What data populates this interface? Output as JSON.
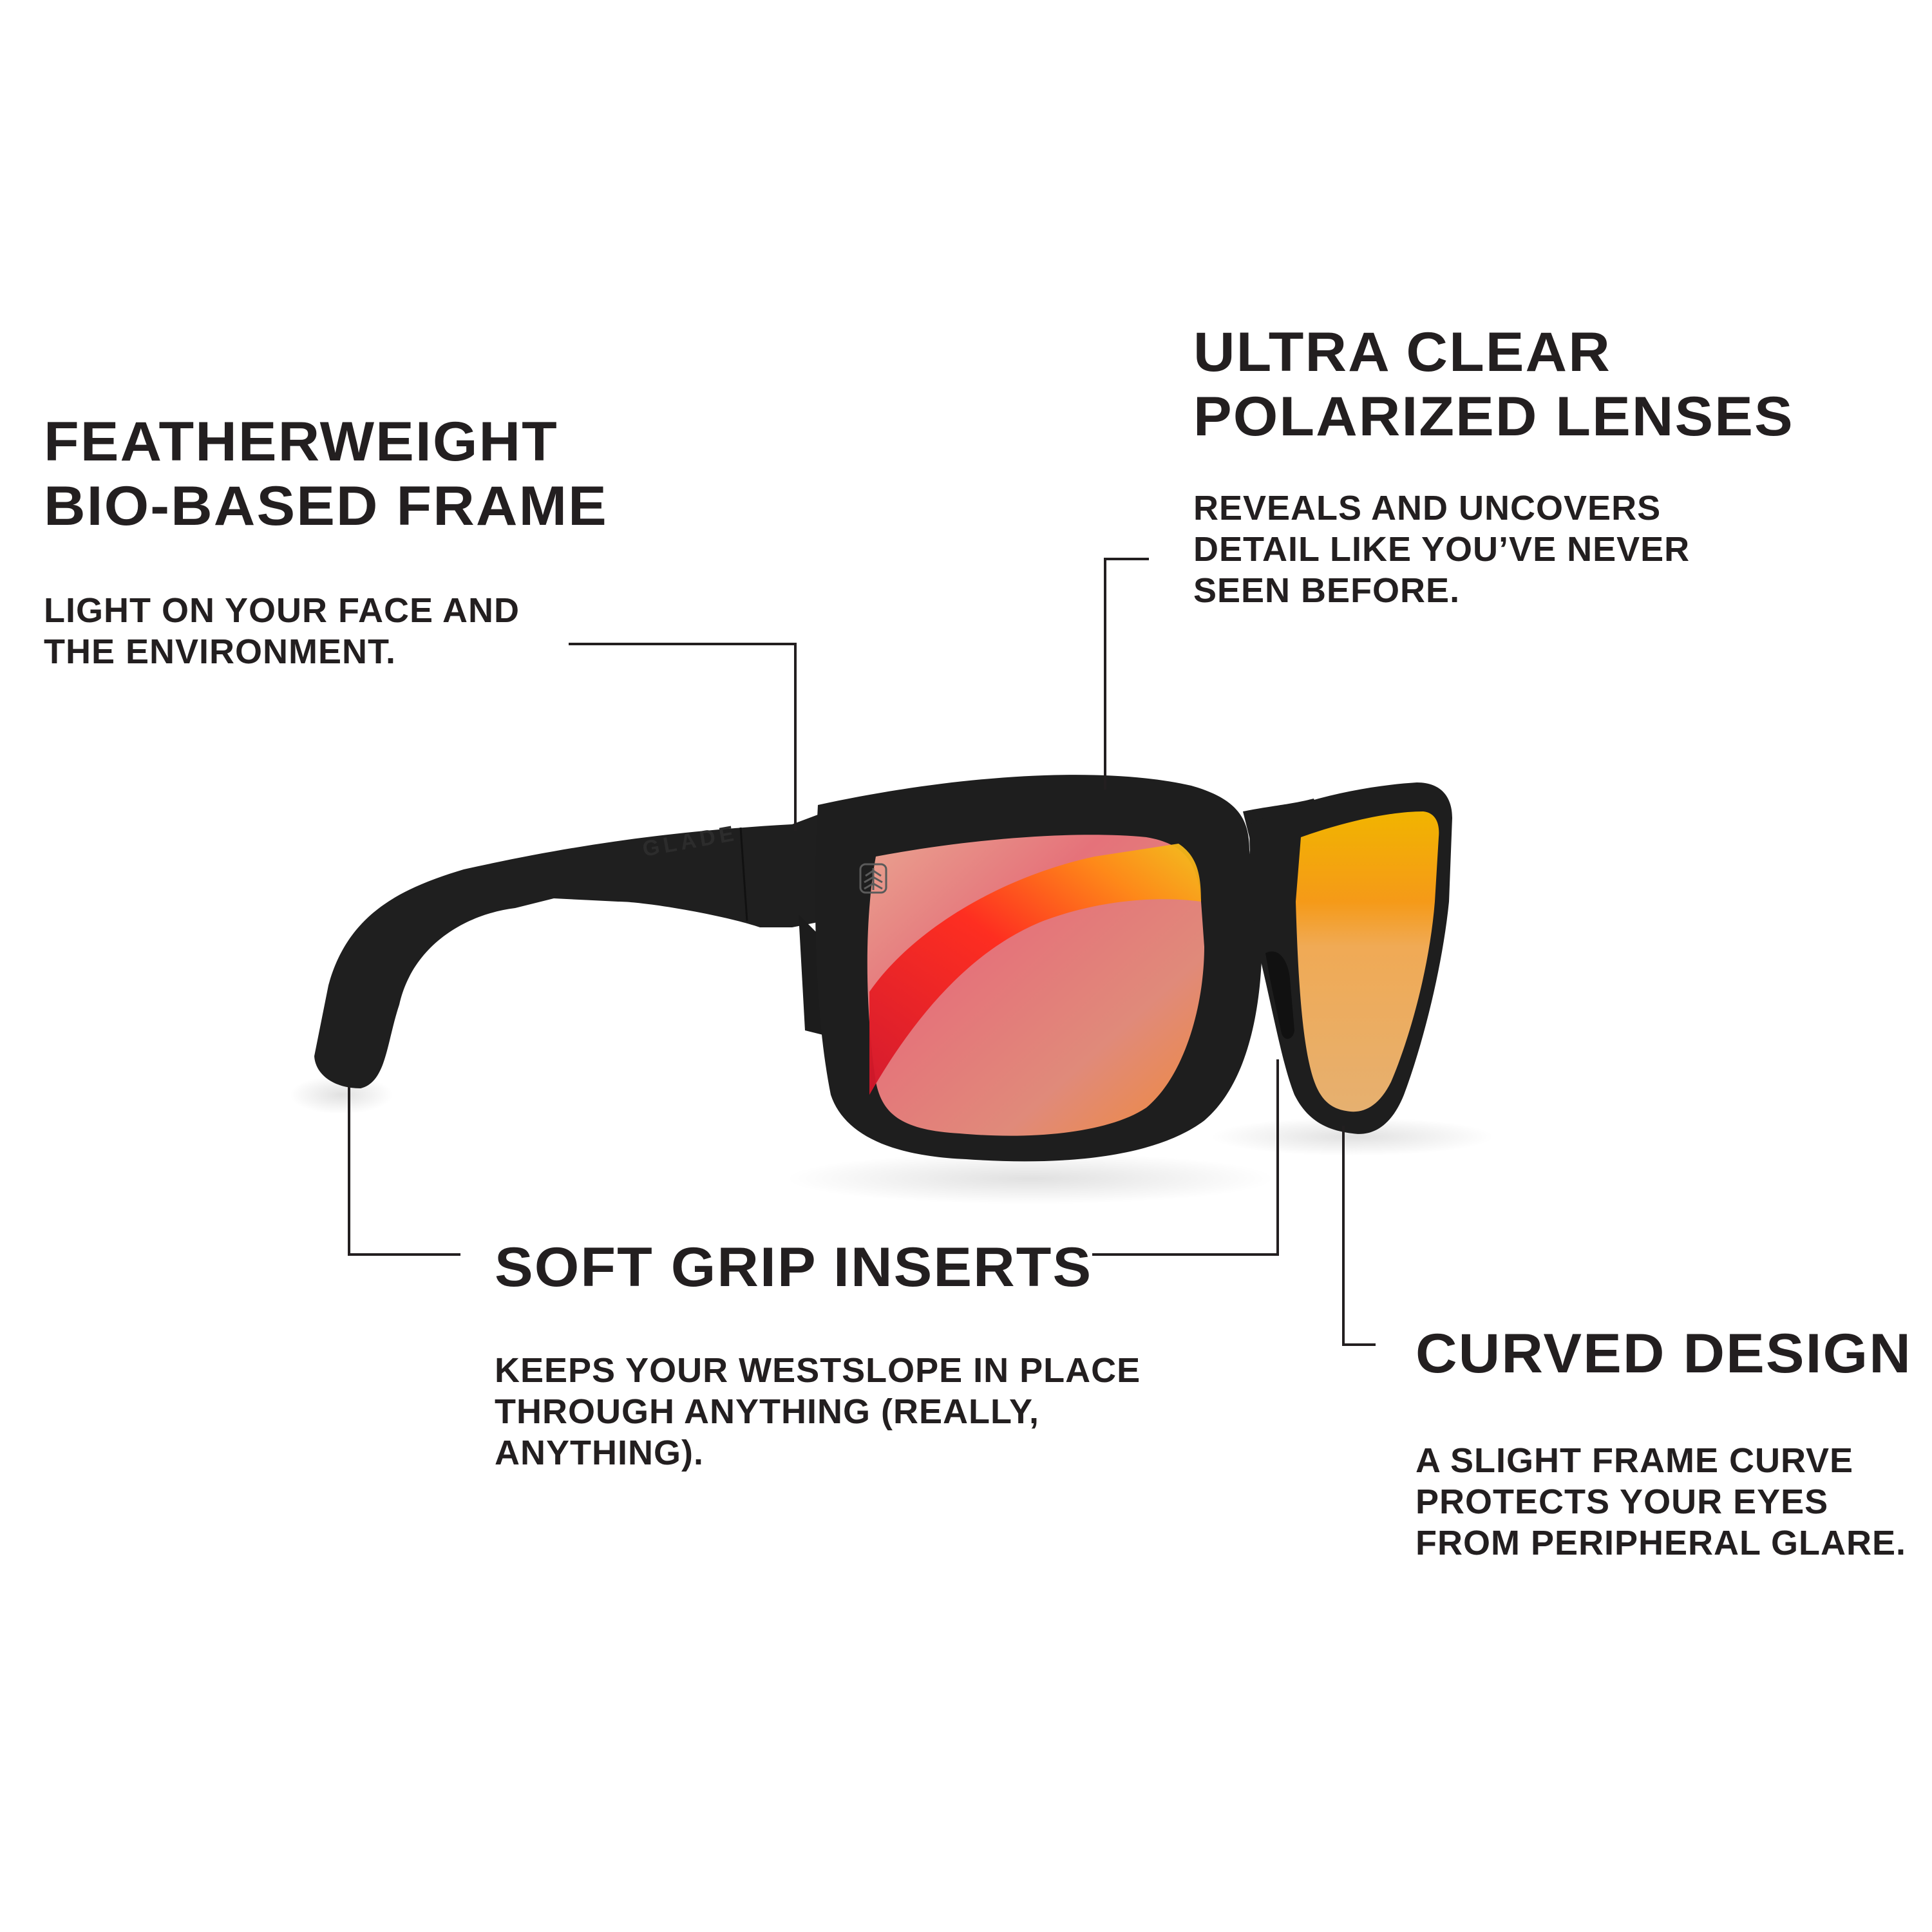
{
  "features": [
    {
      "id": "featherweight",
      "title_lines": [
        "FEATHERWEIGHT",
        "BIO-BASED FRAME"
      ],
      "description": "LIGHT ON YOUR FACE AND\nTHE ENVIRONMENT."
    },
    {
      "id": "ultra-clear",
      "title_lines": [
        "ULTRA CLEAR",
        "POLARIZED LENSES"
      ],
      "description": "REVEALS AND UNCOVERS\nDETAIL LIKE YOU’VE NEVER\nSEEN BEFORE."
    },
    {
      "id": "soft-grip",
      "title_lines": [
        "SOFT GRIP INSERTS"
      ],
      "description": "KEEPS YOUR WESTSLOPE IN PLACE\nTHROUGH ANYTHING (REALLY,\nANYTHING)."
    },
    {
      "id": "curved-design",
      "title_lines": [
        "CURVED DESIGN"
      ],
      "description": "A SLIGHT FRAME CURVE\nPROTECTS YOUR EYES\nFROM PERIPHERAL GLARE."
    }
  ],
  "product": {
    "temple_brand_text": "GLADE",
    "lens_logo_icon": "tree-badge-icon"
  },
  "colors": {
    "text": "#231f20",
    "frame": "#1e1e1e",
    "lens_red": "#e8203a",
    "lens_orange": "#ff8a1c",
    "lens_yellow": "#f2c21a",
    "lens_pink": "#d98a8a",
    "background": "#ffffff"
  }
}
